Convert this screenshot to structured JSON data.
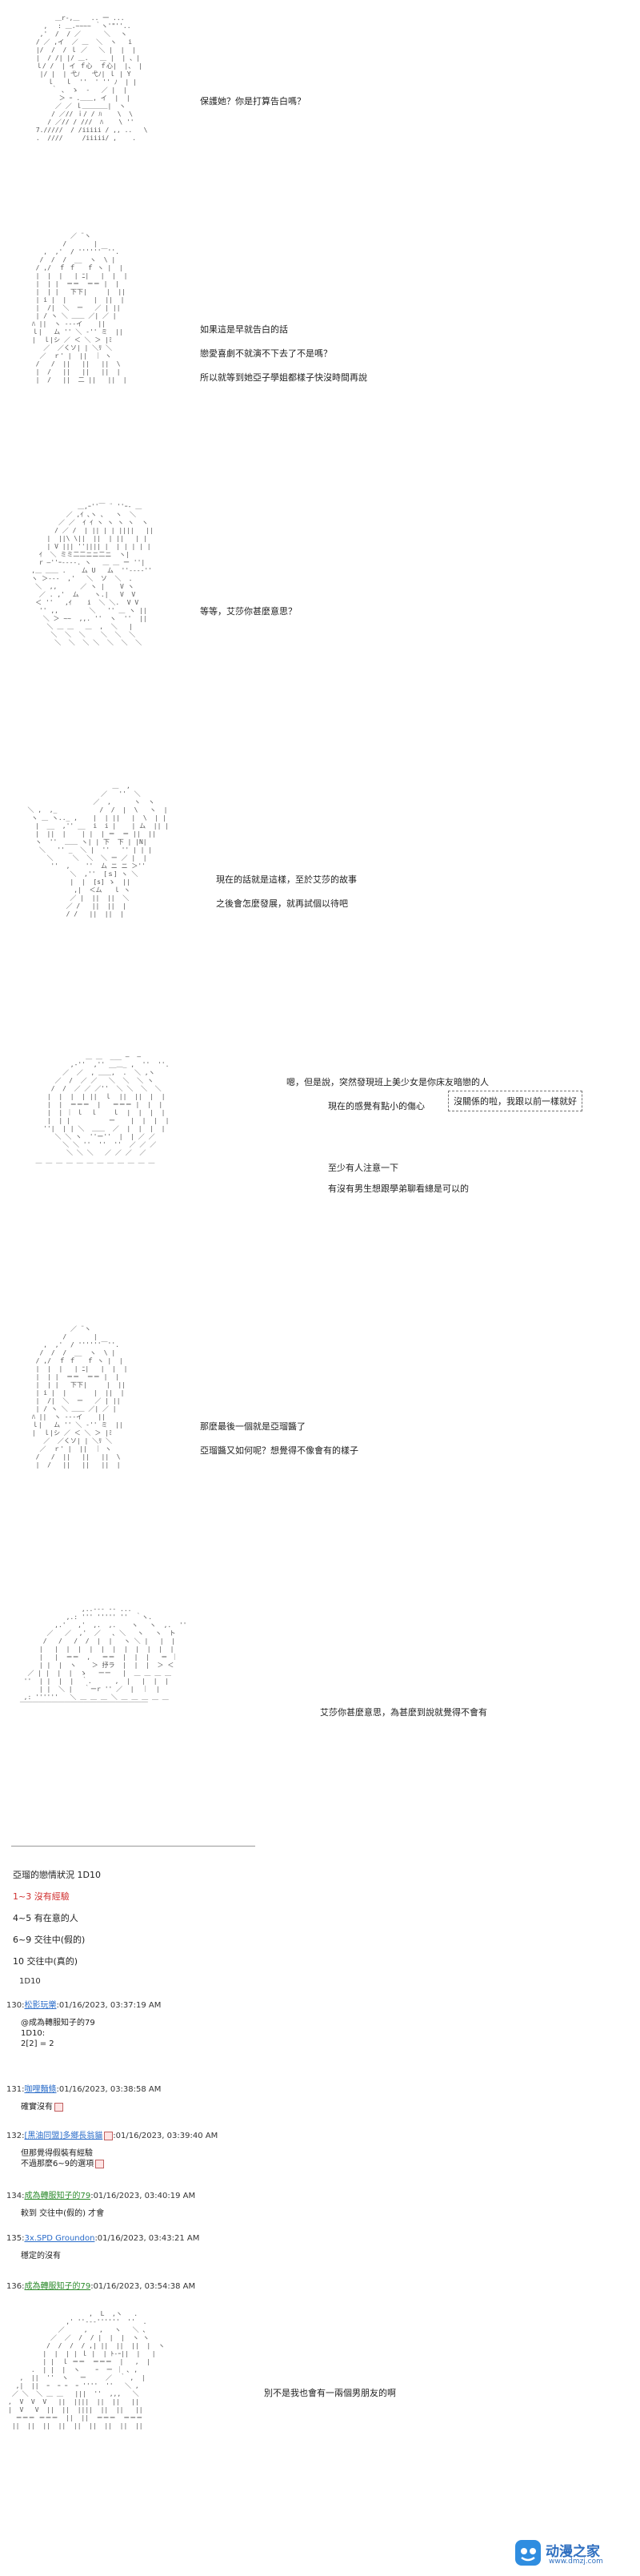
{
  "scenes": [
    {
      "lines": [
        "保護她？你是打算告白嗎？"
      ]
    },
    {
      "lines": [
        "如果這是早就告白的話",
        "戀愛喜劇不就演不下去了不是嗎？",
        "所以就等到她亞子學姐都樣子快沒時間再說"
      ]
    },
    {
      "lines": [
        "等等，艾莎你甚麼意思？"
      ]
    },
    {
      "lines": [
        "現在的話就是這樣，至於艾莎的故事",
        "之後會怎麼發展，就再試個以待吧"
      ]
    },
    {
      "lines": [
        "嗯，但是說，突然發現班上美少女是你床友暗戀的人",
        "現在的感覺有點小的傷心",
        "至少有人注意一下",
        "有沒有男生想跟學弟聊看總是可以的"
      ],
      "bubble": "沒關係的啦，我跟以前一樣就好"
    },
    {
      "lines": [
        "那麼最後一個就是亞瑠醬了",
        "亞瑠醬又如何呢？想覺得不像會有的樣子"
      ]
    },
    {
      "lines": [
        "艾莎你甚麼意思，為甚麼到說就覺得不會有"
      ]
    }
  ],
  "rules": {
    "title": "亞瑠的戀情狀況 1D10",
    "items": [
      "1~3 沒有經驗",
      "4~5 有在意的人",
      "6~9 交往中(假的)",
      "10 交往中(真的)"
    ]
  },
  "posts": [
    {
      "id": "1D10",
      "meta": "",
      "name": "",
      "body": ""
    },
    {
      "id": "130:",
      "name": "松影玩樂",
      "time": ":01/16/2023, 03:37:19 AM",
      "body": "@成為轉服知子的79\n1D10:\n2[2] = 2"
    },
    {
      "id": "131:",
      "name": "咖哩麵條",
      "time": ":01/16/2023, 03:38:58 AM",
      "body": "確實沒有"
    },
    {
      "id": "132:",
      "name": "[黑油同盟]多鄉長翁貓",
      "time": ":01/16/2023, 03:39:40 AM",
      "body": "但那覺得假裝有經驗\n不過那麼6~9的選項"
    },
    {
      "id": "134:",
      "name": "成為轉服知子的79",
      "time": ":01/16/2023, 03:40:19 AM",
      "body": "較到 交往中(假的) 才會"
    },
    {
      "id": "135:",
      "name": "3x.SPD Groundon",
      "time": ":01/16/2023, 03:43:21 AM",
      "body": "穩定的沒有"
    },
    {
      "id": "136:",
      "name": "成為轉服知子的79",
      "time": ":01/16/2023, 03:54:38 AM",
      "body": ""
    }
  ],
  "final_scene": {
    "lines": [
      "別不是我也會有一兩個男朋友的啊"
    ]
  },
  "watermark": {
    "text": "动漫之家",
    "url": "www.dmzj.com"
  }
}
